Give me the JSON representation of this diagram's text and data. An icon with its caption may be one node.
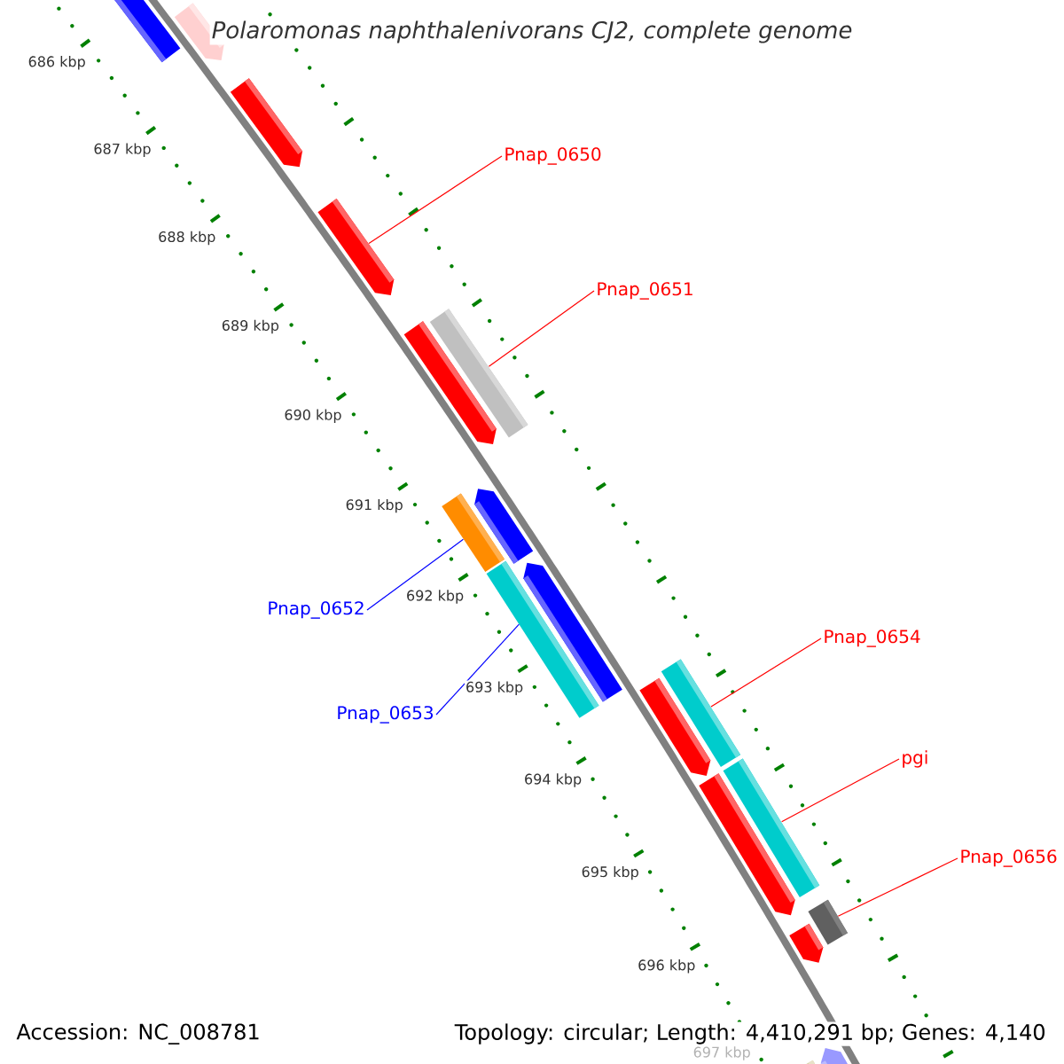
{
  "diagram": {
    "title": "*Polaromonas naphthalenivorans* CJ2, complete genome",
    "nodes": [
      {
        "text": [
          "Pnap_0650"
        ]
      },
      {
        "text": [
          "Pnap_0651"
        ]
      },
      {
        "text": [
          "Pnap_0652"
        ]
      },
      {
        "text": [
          "Pnap_0653"
        ]
      },
      {
        "text": [
          "Pnap_0654"
        ]
      },
      {
        "text": [
          "pgi"
        ]
      },
      {
        "text": [
          "Pnap_0656"
        ]
      },
      {
        "text": [],
        "shape": "pentagon"
      },
      {
        "text": [],
        "shape": "pentagon"
      },
      {
        "text": [],
        "shape": "pentagon"
      },
      {
        "text": [],
        "shape": "pentagon"
      },
      {
        "text": [],
        "shape": "pentagon"
      },
      {
        "text": [],
        "shape": "bar"
      },
      {
        "text": [],
        "shape": "bar"
      },
      {
        "text": [],
        "shape": "pentagon"
      },
      {
        "text": [],
        "shape": "bar"
      },
      {
        "text": [],
        "shape": "pentagon"
      },
      {
        "text": [],
        "shape": "bar"
      },
      {
        "text": [],
        "shape": "pentagon"
      },
      {
        "text": [],
        "shape": "pentagon"
      },
      {
        "text": [],
        "shape": "bar"
      },
      {
        "text": [],
        "shape": "bar"
      },
      {
        "text": [],
        "shape": "pentagon"
      },
      {
        "text": [],
        "shape": "pentagon"
      },
      {
        "text": [],
        "shape": "bar"
      }
    ],
    "edges": [
      {
        "from": 0,
        "to": 10,
        "arrow": "none"
      },
      {
        "from": 1,
        "to": 12,
        "arrow": "none"
      },
      {
        "from": 2,
        "to": 13,
        "arrow": "none",
        "color": "#0000ff"
      },
      {
        "from": 3,
        "to": 15,
        "arrow": "none",
        "color": "#0000ff"
      },
      {
        "from": 4,
        "to": 17,
        "arrow": "none"
      },
      {
        "from": 5,
        "to": 20,
        "arrow": "none"
      },
      {
        "from": 6,
        "to": 21,
        "arrow": "none"
      }
    ],
    "labels": [
      "686 kbp",
      "687 kbp",
      "688 kbp",
      "689 kbp",
      "690 kbp",
      "691 kbp",
      "692 kbp",
      "693 kbp",
      "694 kbp",
      "695 kbp",
      "696 kbp",
      "697 kbp",
      "Accession: NC_008781",
      "Topology: circular; Length: 4,410,291 bp; Genes: 4,140"
    ]
  }
}
